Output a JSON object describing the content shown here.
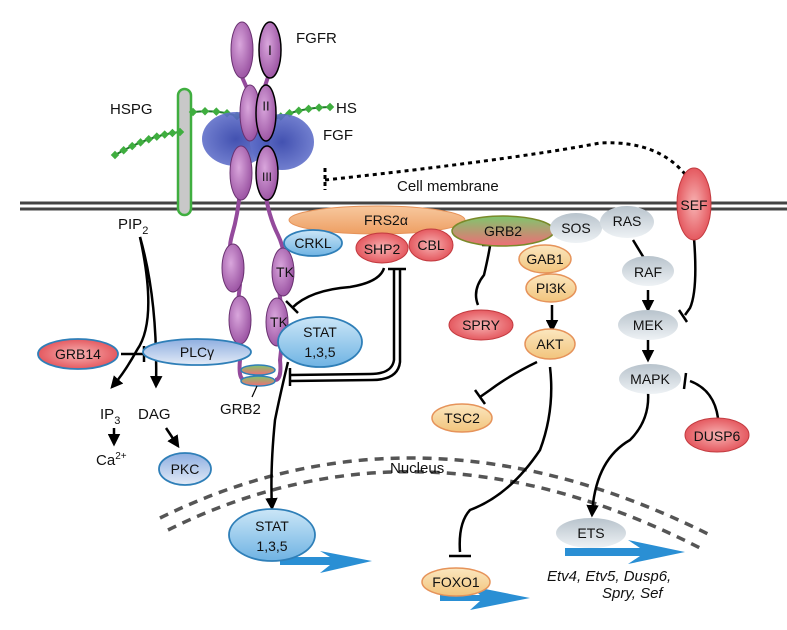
{
  "title": "FGF signaling pathway",
  "colors": {
    "receptor": "#a45bab",
    "fgf": "#3f4fb3",
    "hs": "#3fae3f",
    "orange": "#f1b07a",
    "red": "#e85a5f",
    "blue": "#7fbde6",
    "grey": "#c5cfd6",
    "yellow": "#f3cc88",
    "arrow_blue": "#2a8fd4"
  },
  "labels": {
    "fgfr": "FGFR",
    "hspg": "HSPG",
    "hs": "HS",
    "fgf": "FGF",
    "cell_membrane": "Cell membrane",
    "nucleus": "Nucleus",
    "pip2_main": "PIP",
    "pip2_sub": "2",
    "ip3_main": "IP",
    "ip3_sub": "3",
    "dag": "DAG",
    "ca_main": "Ca",
    "ca_sup": "2+",
    "grb2_small": "GRB2",
    "domain_i": "I",
    "domain_ii": "II",
    "domain_iii": "III",
    "tk": "TK",
    "targets_line1": "Etv4, Etv5, Dusp6,",
    "targets_line2": "Spry, Sef"
  },
  "nodes": {
    "frs2a": "FRS2α",
    "crkl": "CRKL",
    "shp2": "SHP2",
    "cbl": "CBL",
    "grb2": "GRB2",
    "sos": "SOS",
    "ras": "RAS",
    "sef": "SEF",
    "gab1": "GAB1",
    "pi3k": "PI3K",
    "akt": "AKT",
    "spry": "SPRY",
    "tsc2": "TSC2",
    "raf": "RAF",
    "mek": "MEK",
    "mapk": "MAPK",
    "dusp6": "DUSP6",
    "grb14": "GRB14",
    "plcg": "PLCγ",
    "pkc": "PKC",
    "stat_cyto_1": "STAT",
    "stat_cyto_2": "1,3,5",
    "stat_nuc_1": "STAT",
    "stat_nuc_2": "1,3,5",
    "foxo1": "FOXO1",
    "ets": "ETS"
  }
}
